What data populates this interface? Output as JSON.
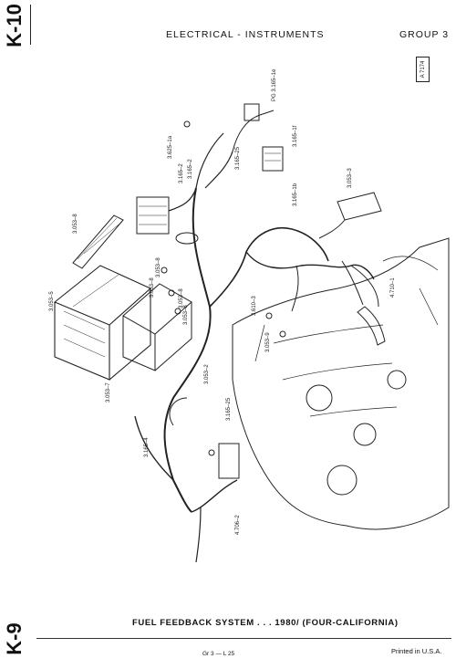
{
  "page": {
    "side_top": "K-10",
    "side_bottom": "K-9",
    "header_title": "ELECTRICAL - INSTRUMENTS",
    "header_group": "GROUP 3",
    "ref_code": "A 7174",
    "caption": "FUEL FEEDBACK SYSTEM . . . 1980/ (FOUR-CALIFORNIA)",
    "footer_page": "Gr 3 — L 25",
    "footer_print": "Printed in U.S.A."
  },
  "labels": [
    {
      "id": "l1",
      "text": "3.625–1a"
    },
    {
      "id": "l2",
      "text": "PG 3.165–1e"
    },
    {
      "id": "l3",
      "text": "3.165–2"
    },
    {
      "id": "l4",
      "text": "3.165–2"
    },
    {
      "id": "l5",
      "text": "3.165–25"
    },
    {
      "id": "l6",
      "text": "3.165–1f"
    },
    {
      "id": "l7",
      "text": "3.165–1b"
    },
    {
      "id": "l8",
      "text": "3.053–3"
    },
    {
      "id": "l9",
      "text": "3.053–8"
    },
    {
      "id": "l10",
      "text": "3.053–8"
    },
    {
      "id": "l11",
      "text": "3.053–8"
    },
    {
      "id": "l12",
      "text": "3.053–8"
    },
    {
      "id": "l13",
      "text": "3.053–8"
    },
    {
      "id": "l14",
      "text": "3.053–5"
    },
    {
      "id": "l15",
      "text": "3.610–3"
    },
    {
      "id": "l16",
      "text": "3.053–9"
    },
    {
      "id": "l17",
      "text": "4.710–1"
    },
    {
      "id": "l18",
      "text": "3.053–2"
    },
    {
      "id": "l19",
      "text": "3.053–7"
    },
    {
      "id": "l20",
      "text": "3.165–4"
    },
    {
      "id": "l21",
      "text": "3.165–25"
    },
    {
      "id": "l22",
      "text": "4.706–2"
    }
  ]
}
